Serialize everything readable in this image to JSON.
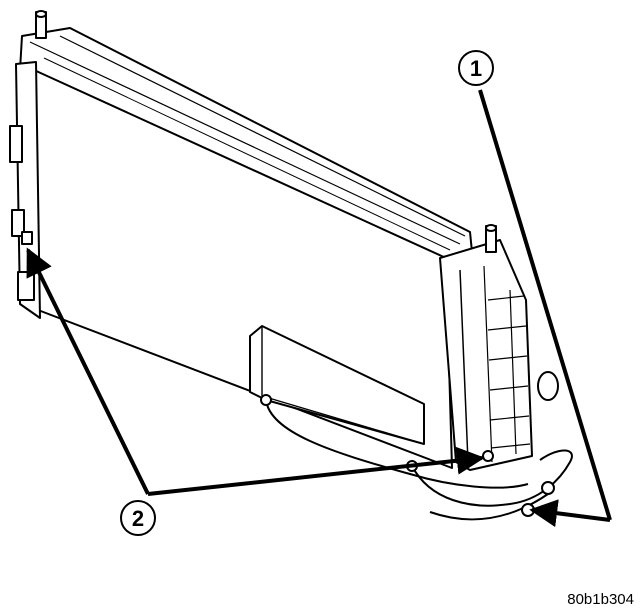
{
  "figure": {
    "callouts": [
      {
        "label": "1",
        "part": "callout-1"
      },
      {
        "label": "2",
        "part": "callout-2"
      }
    ],
    "figure_code": "80b1b304"
  },
  "colors": {
    "line": "#000000",
    "background": "#ffffff"
  }
}
